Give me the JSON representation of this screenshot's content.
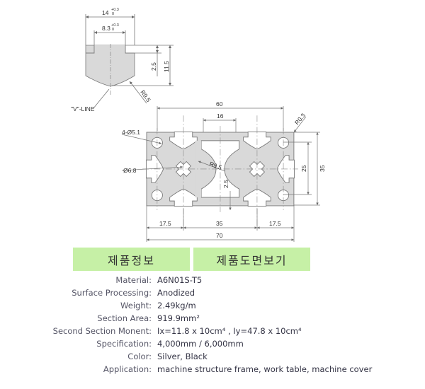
{
  "drawing": {
    "slot": {
      "width_outer": "14",
      "width_outer_tol_upper": "+0.3",
      "width_outer_tol_lower": "0",
      "width_inner": "8.3",
      "width_inner_tol_upper": "+0.3",
      "width_inner_tol_lower": "0",
      "depth_small": "2.5",
      "depth_total": "11.5",
      "radius": "R9.5",
      "v_line": "\"V\"-LINE"
    },
    "profile": {
      "width_holes": "60",
      "center_gap": "16",
      "corner_radius": "R0.3",
      "holes": "4-Ø5.1",
      "bore": "Ø6.8",
      "inner_radius": "R9.5",
      "wall": "2.5",
      "height_holes": "25",
      "height": "35",
      "bottom_left": "17.5",
      "bottom_mid": "35",
      "bottom_right": "17.5",
      "width": "70"
    }
  },
  "tabs": [
    {
      "label": "제품정보"
    },
    {
      "label": "제품도면보기"
    }
  ],
  "specs": [
    {
      "label": "Material:",
      "value": "A6N01S-T5"
    },
    {
      "label": "Surface Processing:",
      "value": "Anodized"
    },
    {
      "label": "Weight:",
      "value": "2.49kg/m"
    },
    {
      "label": "Section Area:",
      "value": "919.9mm²"
    },
    {
      "label": "Second Section Monent:",
      "value": "Ix=11.8 x 10cm⁴  , Iy=47.8 x 10cm⁴"
    },
    {
      "label": "Specification:",
      "value": "4,000mm / 6,000mm"
    },
    {
      "label": "Color:",
      "value": "Silver, Black"
    },
    {
      "label": "Application:",
      "value": "machine structure frame, work table, machine cover"
    }
  ]
}
